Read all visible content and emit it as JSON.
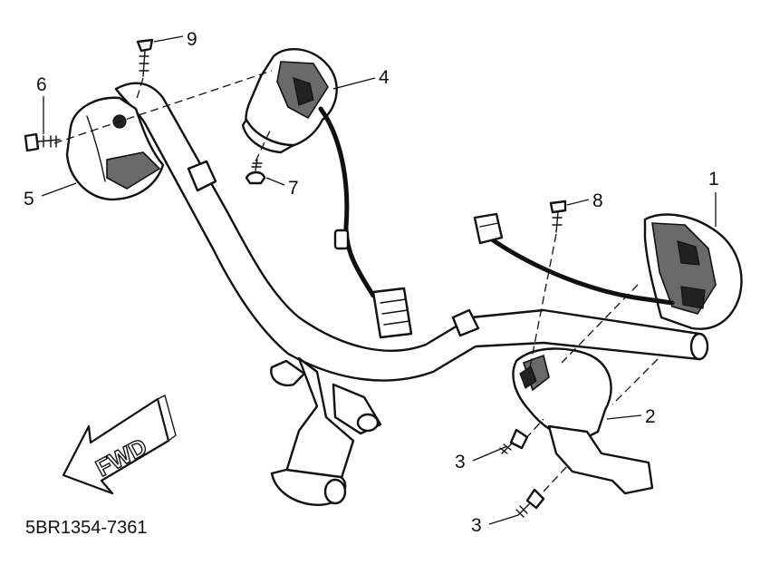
{
  "diagram": {
    "callouts": [
      {
        "id": "1",
        "label": "1"
      },
      {
        "id": "2",
        "label": "2"
      },
      {
        "id": "3a",
        "label": "3"
      },
      {
        "id": "3b",
        "label": "3"
      },
      {
        "id": "4",
        "label": "4"
      },
      {
        "id": "5",
        "label": "5"
      },
      {
        "id": "6",
        "label": "6"
      },
      {
        "id": "7",
        "label": "7"
      },
      {
        "id": "8",
        "label": "8"
      },
      {
        "id": "9",
        "label": "9"
      }
    ],
    "direction_label": "FWD",
    "diagram_code": "5BR1354-7361"
  }
}
